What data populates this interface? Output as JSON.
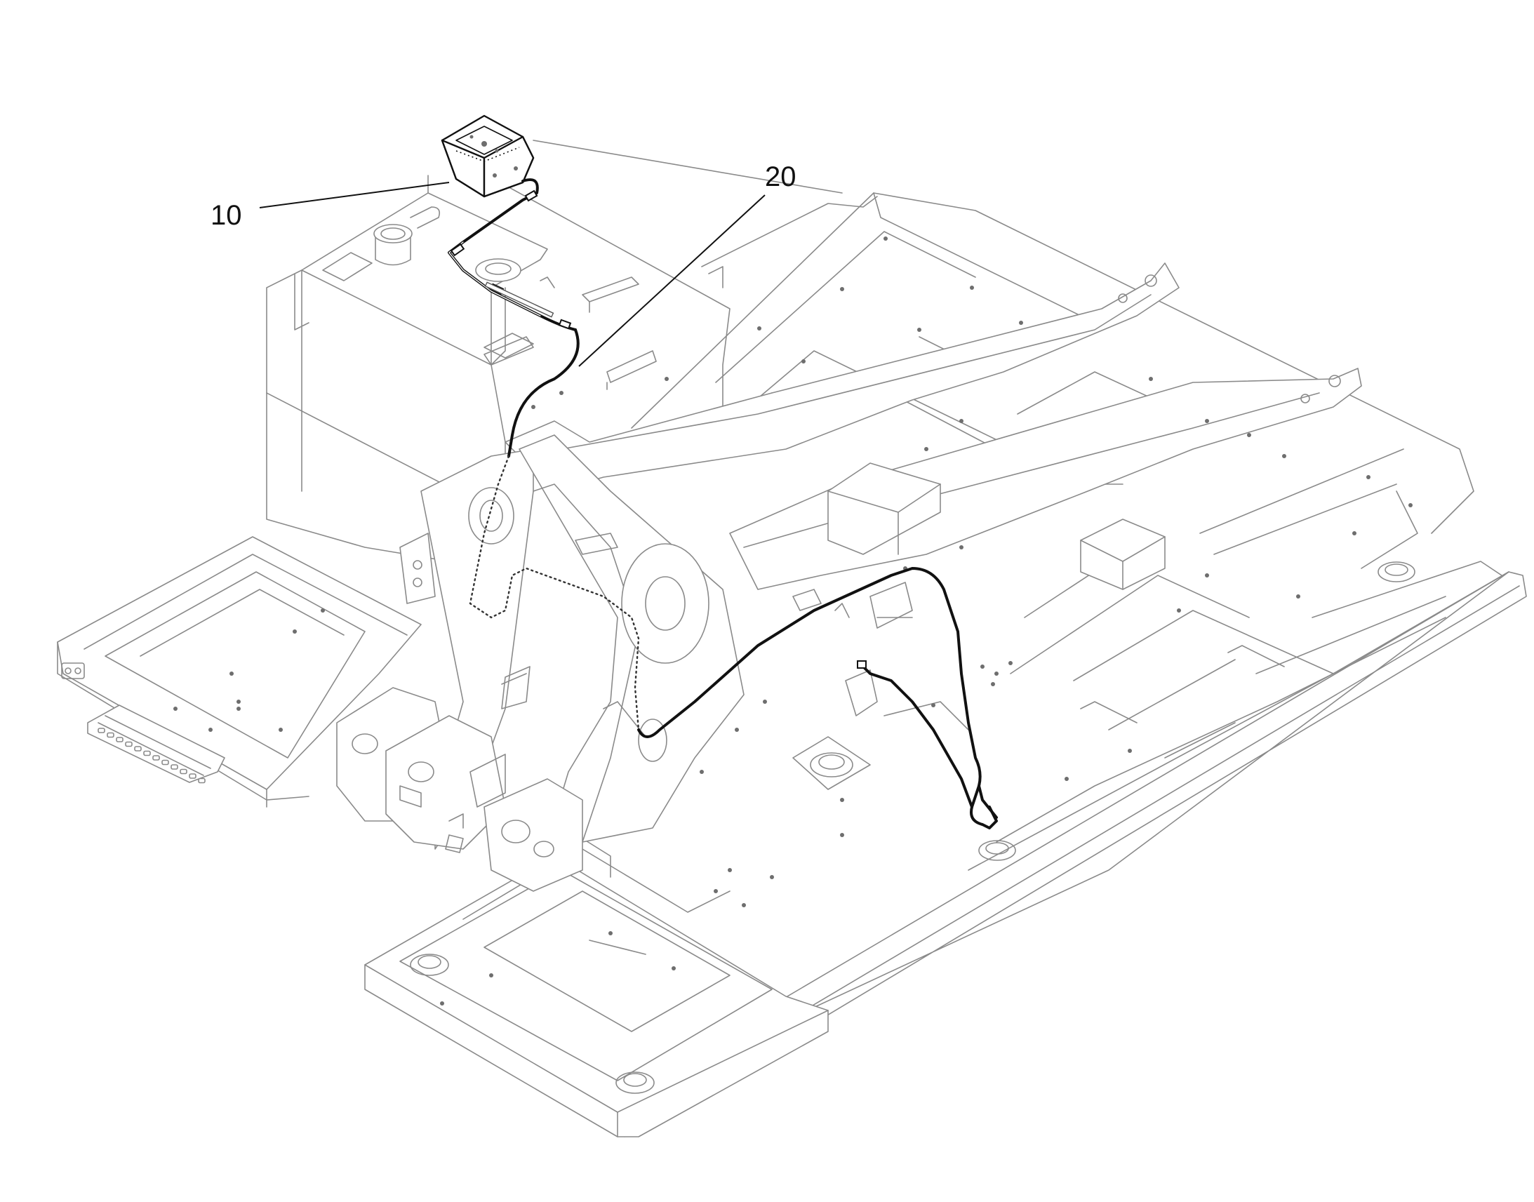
{
  "callouts": [
    {
      "id": "10",
      "label": "10"
    },
    {
      "id": "20",
      "label": "20"
    }
  ]
}
